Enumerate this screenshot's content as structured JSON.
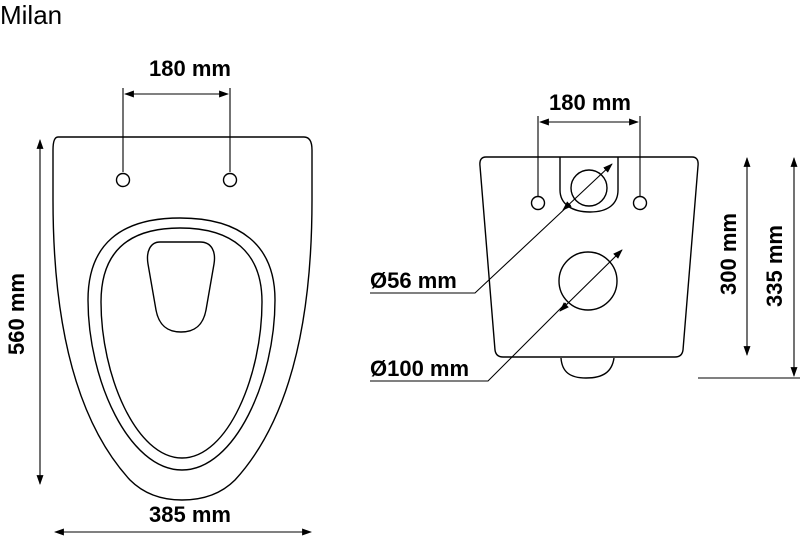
{
  "title": "Milan",
  "top_view": {
    "hole_spacing": "180 mm",
    "length": "560 mm",
    "width": "385 mm"
  },
  "side_view": {
    "hole_spacing": "180 mm",
    "small_pipe": "Ø56 mm",
    "large_pipe": "Ø100 mm",
    "height_inner": "300 mm",
    "height_outer": "335 mm"
  }
}
